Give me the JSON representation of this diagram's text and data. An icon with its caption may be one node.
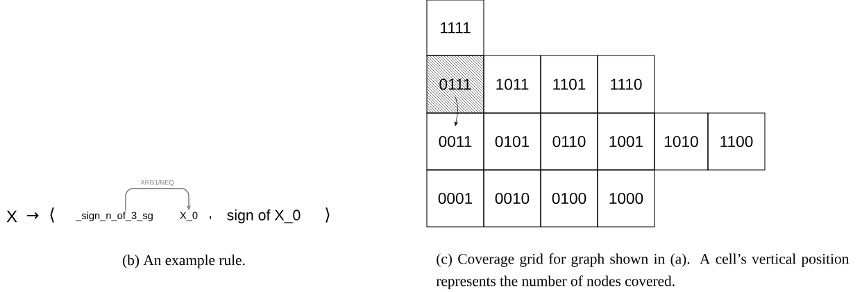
{
  "diagram": {
    "nodes": [
      {
        "text": [
          "_sign_n_of_3_sg"
        ]
      },
      {
        "text": [
          "X_0"
        ]
      },
      {
        "text": [
          "1111"
        ]
      },
      {
        "text": [
          "0111"
        ]
      },
      {
        "text": [
          "1011"
        ]
      },
      {
        "text": [
          "1101"
        ]
      },
      {
        "text": [
          "1110"
        ]
      },
      {
        "text": [
          "0011"
        ]
      },
      {
        "text": [
          "0101"
        ]
      },
      {
        "text": [
          "0110"
        ]
      },
      {
        "text": [
          "1001"
        ]
      },
      {
        "text": [
          "1010"
        ]
      },
      {
        "text": [
          "1100"
        ]
      },
      {
        "text": [
          "0001"
        ]
      },
      {
        "text": [
          "0010"
        ]
      },
      {
        "text": [
          "0100"
        ]
      },
      {
        "text": [
          "1000"
        ]
      }
    ],
    "edges": [
      {
        "from": 0,
        "to": 1,
        "arrow": "to",
        "label": "ARG1/NEQ",
        "color": "#808080"
      },
      {
        "from": 3,
        "to": 7,
        "arrow": "to",
        "color": "#000000"
      }
    ],
    "labels": [
      "X",
      "→",
      "⟨",
      ",",
      "sign of X_0",
      "⟩",
      "(b) An example rule.",
      "(c) Coverage grid for graph shown in (a). A cell’s vertical position represents the number of nodes covered."
    ]
  }
}
